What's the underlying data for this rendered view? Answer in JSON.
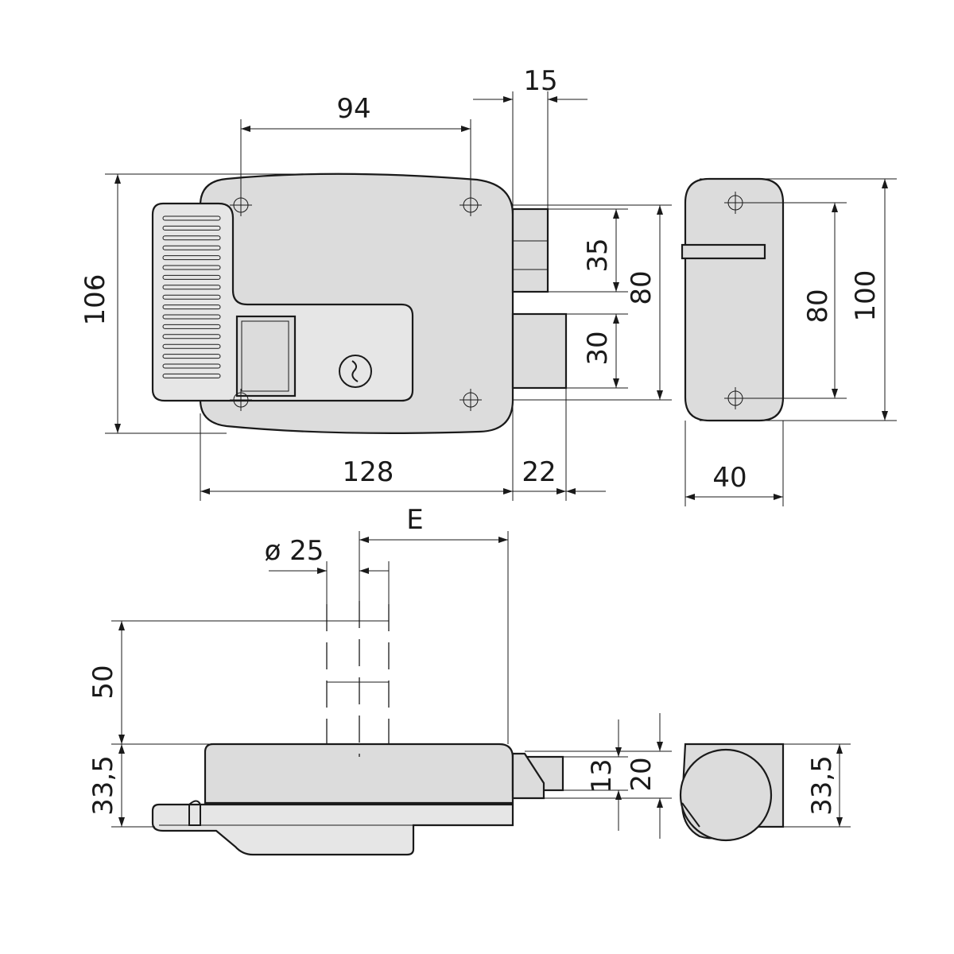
{
  "front_view": {
    "width_top": "94",
    "offset_top": "15",
    "height_left": "106",
    "latch_height": "35",
    "bolt_height": "30",
    "mounting_height": "80",
    "width_bottom": "128",
    "bolt_throw": "22"
  },
  "strike_view": {
    "hole_spacing": "80",
    "height": "100",
    "width": "40"
  },
  "side_view": {
    "backset": "E",
    "cylinder_diameter": "ø 25",
    "door_thickness": "50",
    "body_depth": "33,5",
    "latch_thickness": "13",
    "bolt_thickness": "20"
  },
  "strike_side_view": {
    "depth": "33,5"
  }
}
